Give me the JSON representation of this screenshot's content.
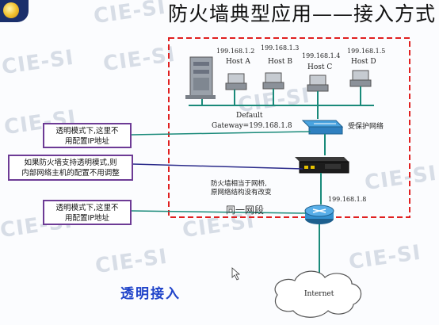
{
  "title": "防火墙典型应用——接入方式",
  "watermark": "CIE-SI",
  "hosts": [
    {
      "name": "Host A",
      "ip": "199.168.1.2"
    },
    {
      "name": "Host B",
      "ip": "199.168.1.3"
    },
    {
      "name": "Host C",
      "ip": "199.168.1.4"
    },
    {
      "name": "Host D",
      "ip": "199.168.1.5"
    }
  ],
  "gateway": {
    "line1": "Default",
    "line2": "Gateway=199.168.1.8"
  },
  "protected_network": "受保护网络",
  "firewall_note": {
    "line1": "防火墙相当于网桥,",
    "line2": "原网络结构没有改变"
  },
  "router_ip": "199.168.1.8",
  "same_segment": "同一网段",
  "internet": "Internet",
  "callouts": {
    "top": {
      "line1": "透明模式下,这里不",
      "line2": "用配置IP地址"
    },
    "middle": {
      "line1": "如果防火墙支持透明模式,则",
      "line2": "内部网络主机的配置不用调整"
    },
    "bottom": {
      "line1": "透明模式下,这里不",
      "line2": "用配置IP地址"
    }
  },
  "mode_label": "透明接入",
  "colors": {
    "boundary": "#e02020",
    "callout_border": "#6d3b95",
    "link": "#1a8a7a",
    "mode_label": "#1f43c9"
  }
}
